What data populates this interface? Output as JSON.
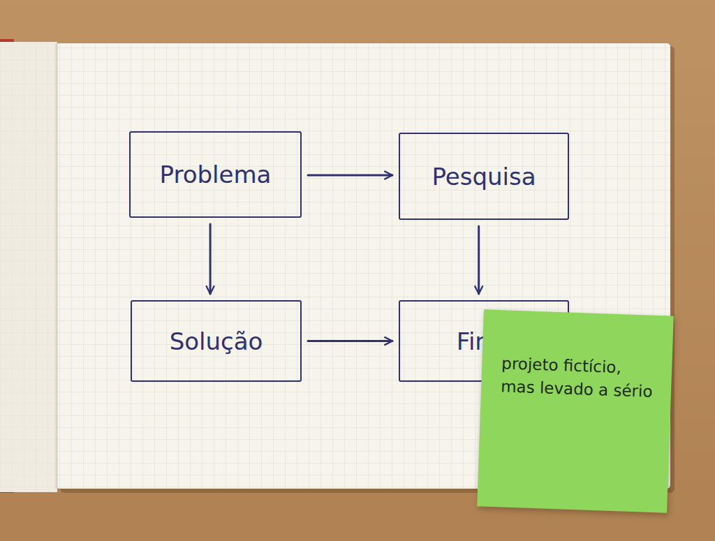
{
  "diagram": {
    "nodes": [
      {
        "text": [
          "Problema"
        ]
      },
      {
        "text": [
          "Pesquisa"
        ]
      },
      {
        "text": [
          "Solução"
        ]
      },
      {
        "text": [
          "Final"
        ]
      }
    ],
    "edges": [
      {
        "from": 0,
        "to": 1,
        "arrow": "to"
      },
      {
        "from": 0,
        "to": 2,
        "arrow": "to"
      },
      {
        "from": 1,
        "to": 3,
        "arrow": "to"
      },
      {
        "from": 2,
        "to": 3,
        "arrow": "to"
      }
    ],
    "labels": [
      "projeto fictício, mas levado a sério"
    ]
  }
}
